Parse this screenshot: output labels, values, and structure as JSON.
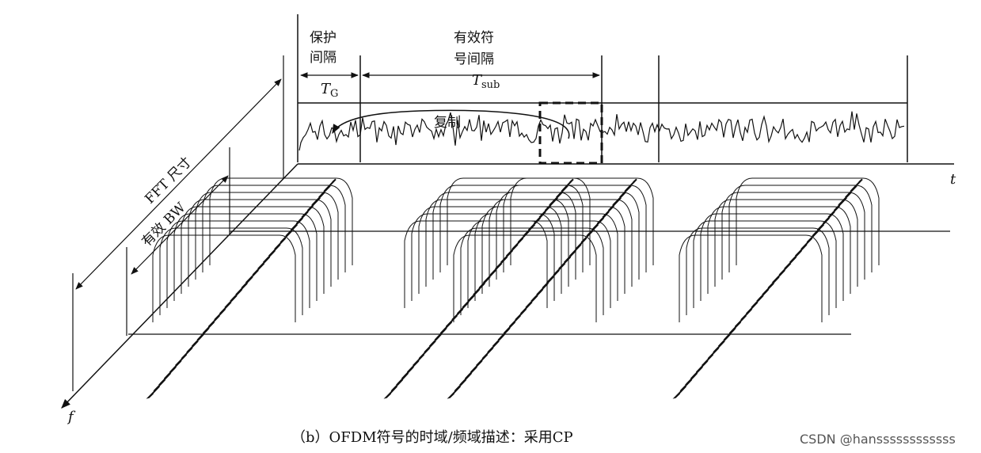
{
  "labels": {
    "guard_interval_line1": "保护",
    "guard_interval_line2": "间隔",
    "guard_symbol_main": "T",
    "guard_symbol_sub": "G",
    "useful_interval_line1": "有效符",
    "useful_interval_line2": "号间隔",
    "useful_symbol_main": "T",
    "useful_symbol_sub": "sub",
    "copy": "复制",
    "time_axis": "t",
    "freq_axis": "f",
    "fft_size": "FFT 尺寸",
    "effective_bw": "有效  BW"
  },
  "caption": "（b）OFDM符号的时域/频域描述：采用CP",
  "watermark": "CSDN @hanssssssssssss",
  "colors": {
    "ink": "#111111",
    "background": "#ffffff",
    "watermark": "#555555"
  }
}
